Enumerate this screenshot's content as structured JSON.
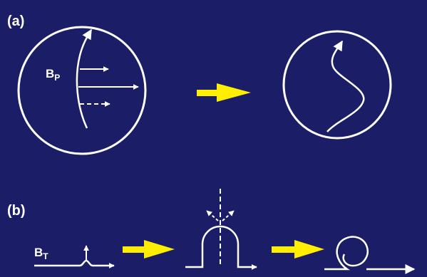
{
  "labels": {
    "panel_a": "(a)",
    "panel_b": "(b)",
    "b_p_main": "B",
    "b_p_sub": "P",
    "b_t_main": "B",
    "b_t_sub": "T"
  },
  "colors": {
    "background": "#1b1d66",
    "line": "#ffffff",
    "arrow_accent": "#ffee00"
  }
}
